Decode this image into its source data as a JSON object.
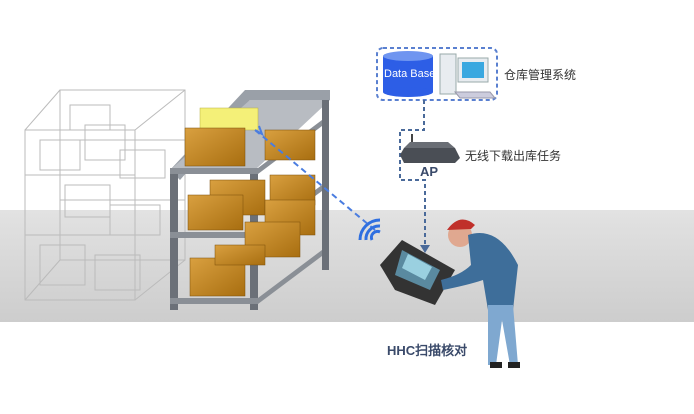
{
  "labels": {
    "database": "Data Base",
    "wms": "仓库管理系统",
    "wireless_task": "无线下载出库任务",
    "ap": "AP",
    "hhc_scan": "HHC扫描核对"
  },
  "colors": {
    "floor": "#d4d4d4",
    "box": "#c98a1e",
    "box_highlight": "#f4f078",
    "dash": "#4a7de0",
    "database": "#2d5ee6"
  }
}
